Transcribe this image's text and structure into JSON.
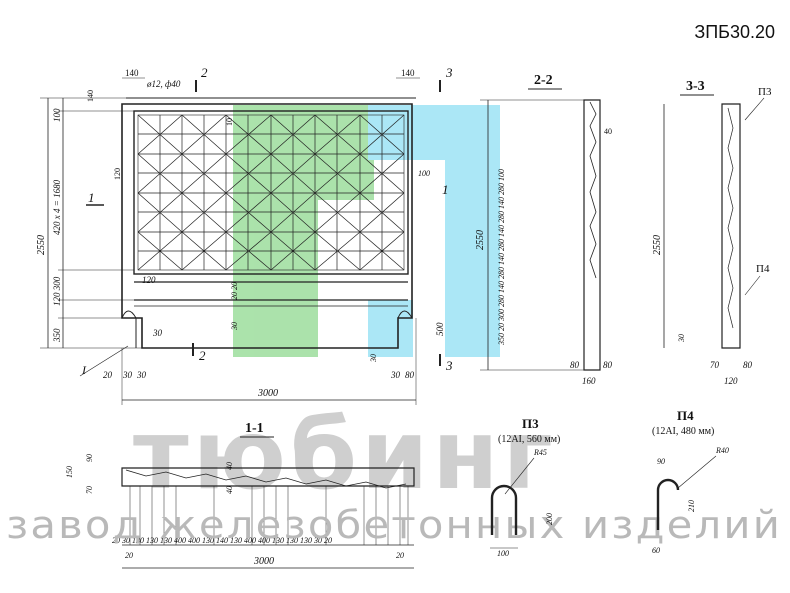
{
  "title": "ЗПБ30.20",
  "watermark": {
    "brand": "тюбинг",
    "tagline": "завод железобетонных изделий"
  },
  "colors": {
    "logo_green": "#8fd98f",
    "logo_cyan": "#8fdff4",
    "ink": "#222222",
    "watermark": "#cfcfcf"
  },
  "main_view": {
    "dims_left": [
      "2550",
      "100",
      "420 x 4 = 1680",
      "120 300",
      "350"
    ],
    "dims_top": [
      "140",
      "2",
      "140",
      "3",
      "ø12, ф40",
      "10"
    ],
    "dims_inner": [
      "120",
      "120",
      "20 20",
      "30",
      "100",
      "500",
      "30",
      "30"
    ],
    "section_marks": [
      "1",
      "1",
      "2",
      "3"
    ],
    "dims_bottom": [
      "20",
      "30",
      "30",
      "30",
      "80",
      "3000"
    ],
    "callout": "I"
  },
  "section_2_2": {
    "label": "2-2",
    "dims_left": [
      "2550",
      "100",
      "280",
      "140",
      "280",
      "140",
      "280",
      "140",
      "280",
      "140",
      "280",
      "300",
      "20",
      "350"
    ],
    "dims_right": [
      "40"
    ],
    "dims_bottom": [
      "80",
      "80",
      "160"
    ]
  },
  "section_3_3": {
    "label": "3-3",
    "markers": [
      "П3",
      "П4"
    ],
    "dims_left": [
      "2550",
      "30"
    ],
    "dims_bottom": [
      "70",
      "80",
      "120"
    ]
  },
  "section_1_1": {
    "label": "1-1",
    "dims_left": [
      "150",
      "90",
      "70"
    ],
    "dims_mid": [
      "40",
      "40"
    ],
    "dims_bottom_row": [
      "20",
      "30",
      "130",
      "130",
      "130",
      "400",
      "400",
      "130",
      "140",
      "130",
      "400",
      "400",
      "130",
      "130",
      "130",
      "30",
      "20"
    ],
    "dims_total": [
      "20",
      "3000",
      "20"
    ]
  },
  "part_P3": {
    "label": "П3",
    "spec": "(12АI, 560 мм)",
    "dims": [
      "R45",
      "200",
      "100"
    ]
  },
  "part_P4": {
    "label": "П4",
    "spec": "(12АI, 480 мм)",
    "dims": [
      "90",
      "R40",
      "210",
      "60"
    ]
  }
}
